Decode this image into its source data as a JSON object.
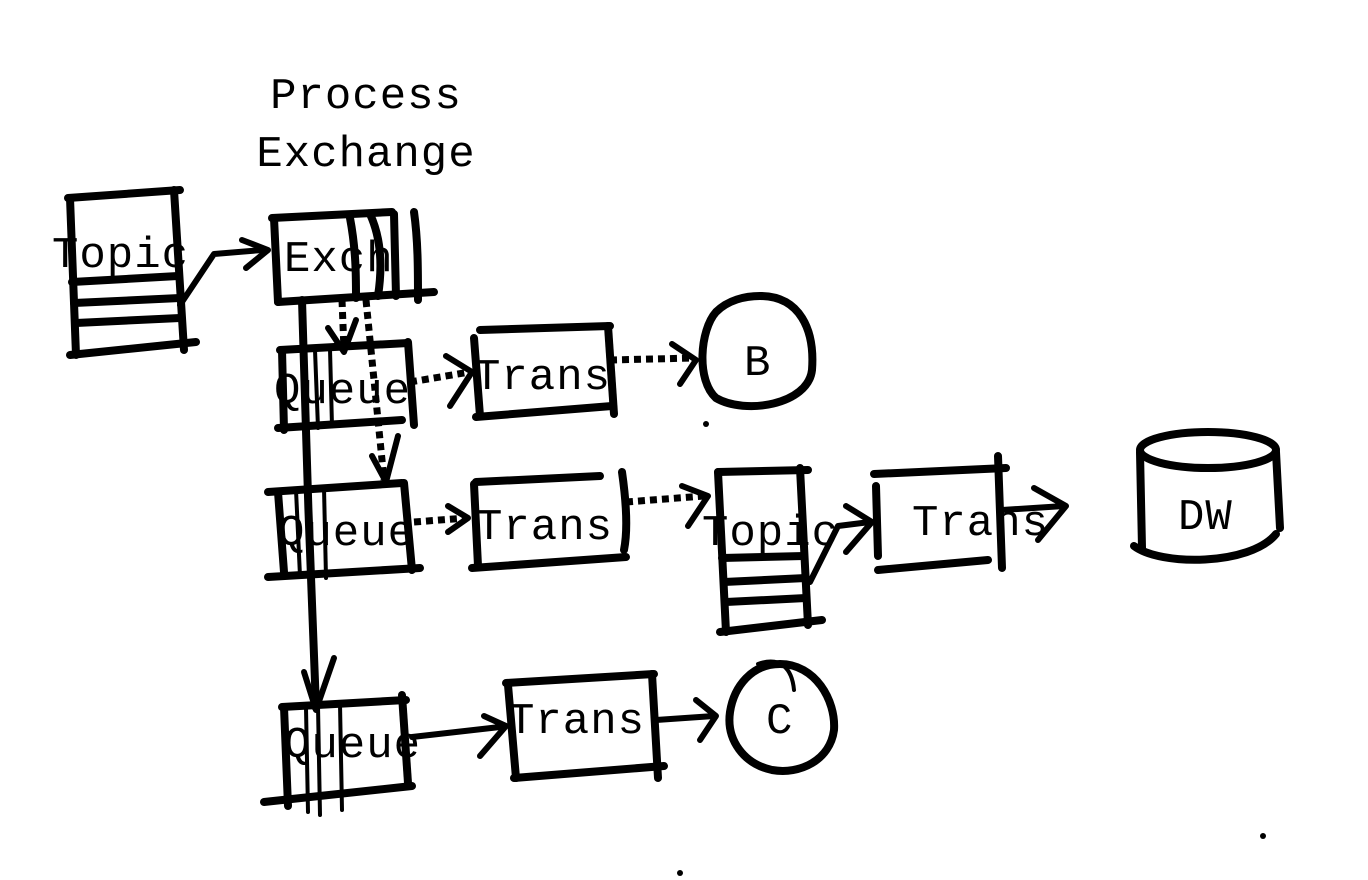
{
  "diagram": {
    "title_lines": [
      "Process",
      "Exchange"
    ],
    "nodes": {
      "topic_source": {
        "label": "Topic",
        "shape": "topic"
      },
      "exchange": {
        "label": "Exch",
        "shape": "exchange"
      },
      "queue_1": {
        "label": "Queue",
        "shape": "queue"
      },
      "queue_2": {
        "label": "Queue",
        "shape": "queue"
      },
      "queue_3": {
        "label": "Queue",
        "shape": "queue"
      },
      "trans_1": {
        "label": "Trans",
        "shape": "box"
      },
      "trans_2": {
        "label": "Trans",
        "shape": "box"
      },
      "trans_3": {
        "label": "Trans",
        "shape": "box"
      },
      "trans_4": {
        "label": "Trans",
        "shape": "box"
      },
      "topic_mid": {
        "label": "Topic",
        "shape": "topic"
      },
      "sink_b": {
        "label": "B",
        "shape": "circle"
      },
      "sink_c": {
        "label": "C",
        "shape": "circle"
      },
      "dw": {
        "label": "DW",
        "shape": "cylinder"
      }
    },
    "edges": [
      {
        "from": "topic_source",
        "to": "exchange",
        "style": "solid"
      },
      {
        "from": "exchange",
        "to": "queue_1",
        "style": "dotted"
      },
      {
        "from": "exchange",
        "to": "queue_2",
        "style": "dotted"
      },
      {
        "from": "exchange",
        "to": "queue_3",
        "style": "solid"
      },
      {
        "from": "queue_1",
        "to": "trans_1",
        "style": "dotted"
      },
      {
        "from": "trans_1",
        "to": "sink_b",
        "style": "dotted"
      },
      {
        "from": "queue_2",
        "to": "trans_2",
        "style": "dotted"
      },
      {
        "from": "trans_2",
        "to": "topic_mid",
        "style": "dotted"
      },
      {
        "from": "topic_mid",
        "to": "trans_4",
        "style": "solid"
      },
      {
        "from": "trans_4",
        "to": "dw",
        "style": "solid"
      },
      {
        "from": "queue_3",
        "to": "trans_3",
        "style": "solid"
      },
      {
        "from": "trans_3",
        "to": "sink_c",
        "style": "solid"
      }
    ]
  }
}
